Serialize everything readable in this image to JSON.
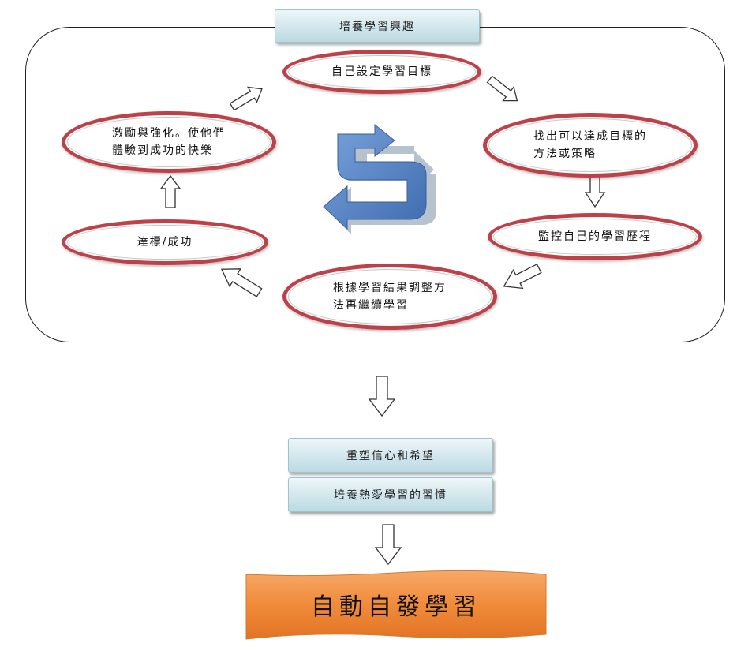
{
  "top_box": "培養學習興趣",
  "cycle": {
    "set_goals": "自己設定學習目標",
    "find_methods": "找出可以達成目標的\n方法或策略",
    "monitor": "監控自己的學習歷程",
    "adjust": "根據學習結果調整方\n法再繼續學習",
    "achieve": "達標/成功",
    "motivate": "激勵與強化。使他們\n體驗到成功的快樂"
  },
  "rebuild_box": "重塑信心和希望",
  "habit_box": "培養熱愛學習的習慣",
  "final_banner": "自動自發學習",
  "colors": {
    "oval_border": "#bd4148",
    "box_fill": "#cfe5ec",
    "banner_fill": "#f08b3a",
    "cycle_icon": "#4f7fc0"
  }
}
